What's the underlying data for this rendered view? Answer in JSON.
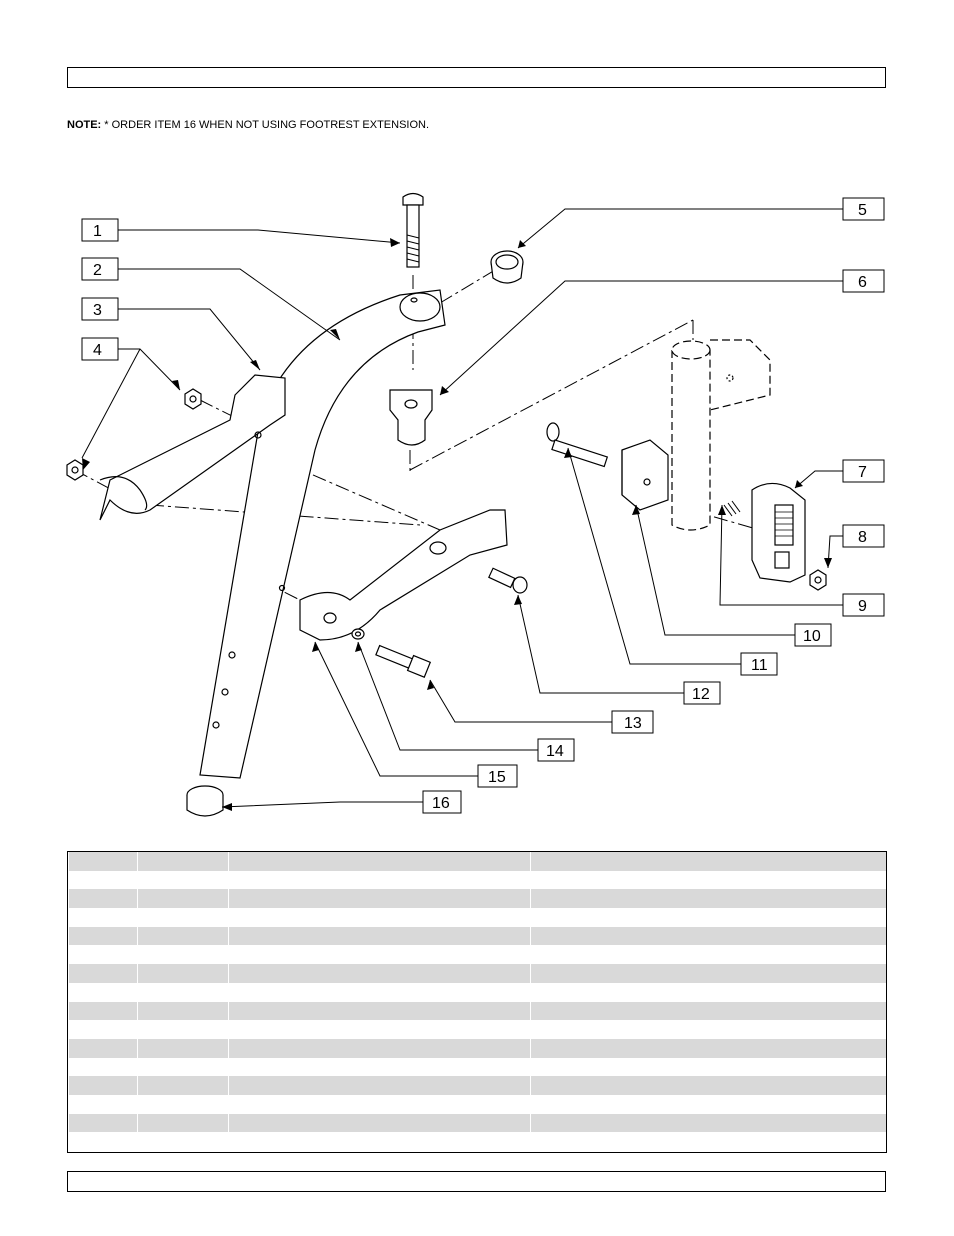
{
  "note": {
    "prefix": "NOTE:",
    "text": " * ORDER ITEM 16 WHEN NOT USING FOOTREST EXTENSION."
  },
  "callouts": [
    "1",
    "2",
    "3",
    "4",
    "5",
    "6",
    "7",
    "8",
    "9",
    "10",
    "11",
    "12",
    "13",
    "14",
    "15",
    "16"
  ],
  "colors": {
    "line": "#000000",
    "row_shade": "#d9d9d9",
    "background": "#ffffff"
  },
  "parts_table": {
    "columns": [
      "",
      "",
      "",
      ""
    ],
    "rows": 16
  }
}
